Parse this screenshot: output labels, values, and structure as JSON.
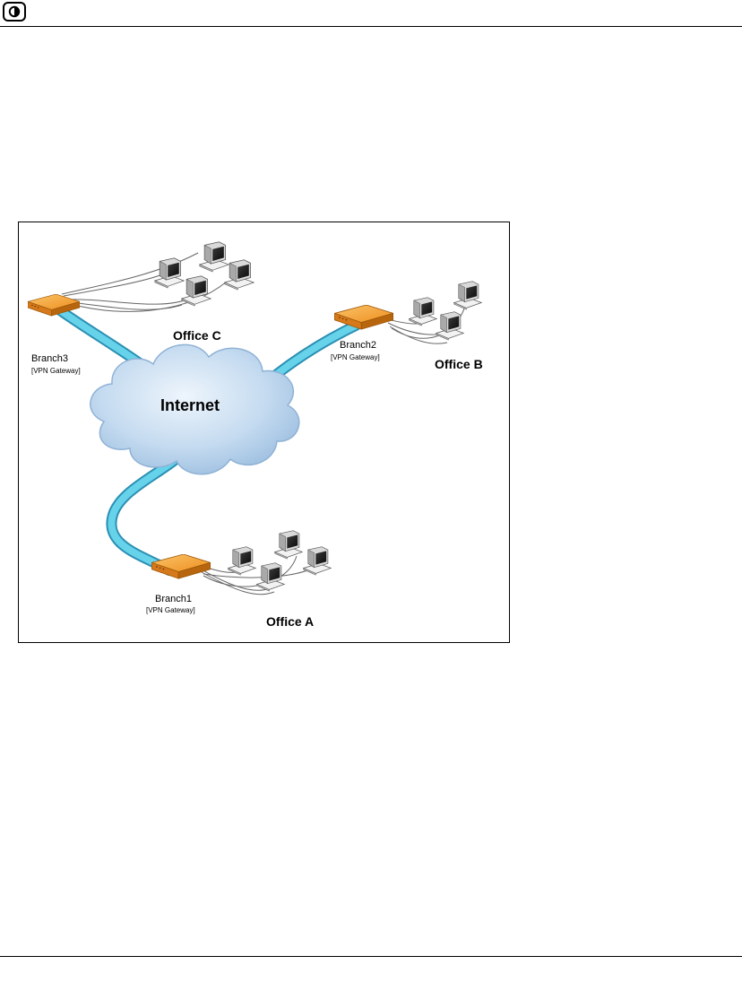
{
  "header": {
    "logo_icon": "eye-icon"
  },
  "diagram": {
    "cloud_label": "Internet",
    "offices": [
      {
        "name": "Office C",
        "gateway": "Branch3",
        "gateway_sub": "[VPN Gateway]"
      },
      {
        "name": "Office B",
        "gateway": "Branch2",
        "gateway_sub": "[VPN Gateway]"
      },
      {
        "name": "Office A",
        "gateway": "Branch1",
        "gateway_sub": "[VPN Gateway]"
      }
    ],
    "colors": {
      "link": "#5fd0e8",
      "cloud": "#b9d2ec",
      "router": "#ef9a2a",
      "router_dark": "#b8660d"
    }
  }
}
